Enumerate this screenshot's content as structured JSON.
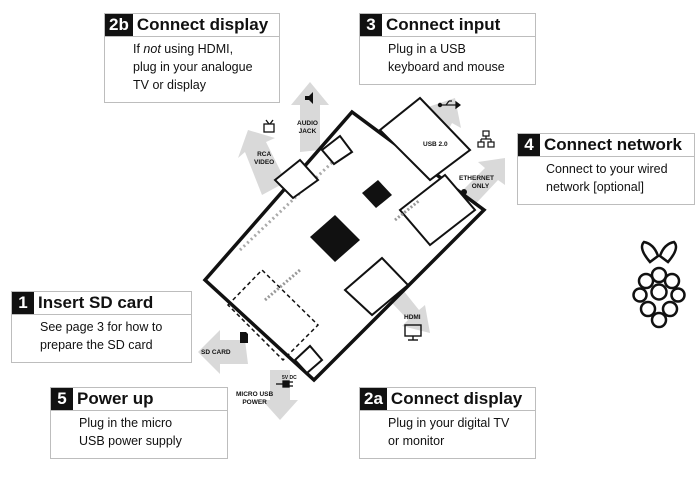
{
  "boxes": {
    "connect_display_analogue": {
      "number": "2b",
      "title": "Connect display",
      "line1_prefix": "If ",
      "line1_em": "not",
      "line1_suffix": " using HDMI,",
      "line2": "plug in your analogue",
      "line3": "TV or display"
    },
    "connect_input": {
      "number": "3",
      "title": "Connect input",
      "line1": "Plug in a USB",
      "line2": "keyboard and mouse"
    },
    "connect_network": {
      "number": "4",
      "title": "Connect network",
      "line1": "Connect to your wired",
      "line2": "network [optional]"
    },
    "insert_sd": {
      "number": "1",
      "title": "Insert SD card",
      "line1": "See page 3 for how to",
      "line2": "prepare the SD card"
    },
    "power_up": {
      "number": "5",
      "title": "Power up",
      "line1": "Plug in the micro",
      "line2": "USB power supply"
    },
    "connect_display_digital": {
      "number": "2a",
      "title": "Connect display",
      "line1": "Plug in your digital TV",
      "line2": "or monitor"
    }
  },
  "port_labels": {
    "rca": [
      "RCA",
      "VIDEO"
    ],
    "audio": [
      "AUDIO",
      "JACK"
    ],
    "usb": "USB 2.0",
    "ethernet": [
      "ETHERNET",
      "ONLY"
    ],
    "hdmi": "HDMI",
    "sd": "SD CARD",
    "power": [
      "MICRO USB",
      "POWER"
    ],
    "power_small": "5V DC"
  },
  "icons": [
    "tv-icon",
    "speaker-icon",
    "usb-icon",
    "network-icon",
    "monitor-icon",
    "sd-card-icon",
    "plug-icon",
    "raspberry-logo"
  ]
}
